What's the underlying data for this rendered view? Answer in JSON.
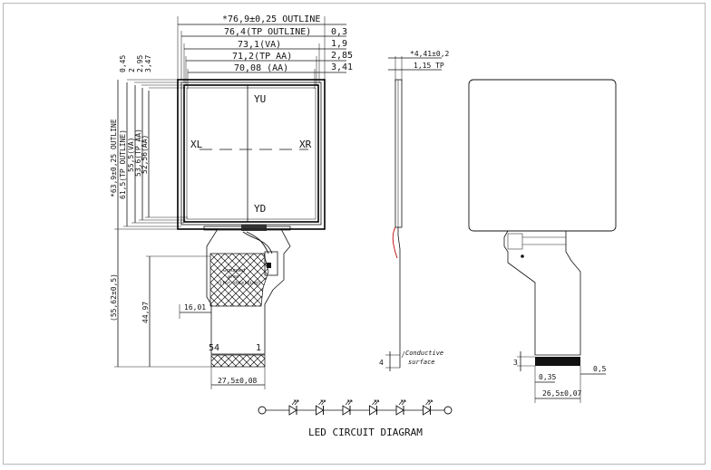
{
  "front_view": {
    "dims_top": [
      {
        "label": "*76,9±0,25 OUTLINE",
        "side": "0,3"
      },
      {
        "label": "76,4(TP OUTLINE)",
        "side": "1,9"
      },
      {
        "label": "73,1(VA)",
        "side": "2,85"
      },
      {
        "label": "71,2(TP AA)",
        "side": "3,41"
      },
      {
        "label": "70,08 (AA)",
        "side": ""
      }
    ],
    "dims_left_small": [
      "0,45",
      "2",
      "2,95",
      "3,47"
    ],
    "dims_left_long": [
      "*63,9±0,25 OUTLINE",
      "61,5(TP OUTLINE)",
      "55,5(VA)",
      "53,6(TP AA)",
      "52,56(AA)"
    ],
    "touch_labels": {
      "top": "YU",
      "bottom": "YD",
      "left": "XL",
      "right": "XR"
    },
    "fpc_dims": {
      "total_height": "(55,62±0,5)",
      "height": "44,97",
      "offset": "16,01",
      "width": "27,5±0,08"
    },
    "connector_pins": {
      "left": "54",
      "right": "1"
    },
    "fpc_notes": [
      "Grounded",
      "area",
      "(for shielding)"
    ]
  },
  "side_view": {
    "dims": [
      "*4,41±0,2",
      "1,15 TP"
    ],
    "note": [
      "Conductive",
      "surface"
    ],
    "dim_small": "4"
  },
  "back_view": {
    "dims": {
      "pitch": "0,35",
      "pad": "0,5",
      "width": "26,5±0,07",
      "tail": "3"
    }
  },
  "led_circuit": {
    "title": "LED CIRCUIT DIAGRAM",
    "count": 6
  }
}
